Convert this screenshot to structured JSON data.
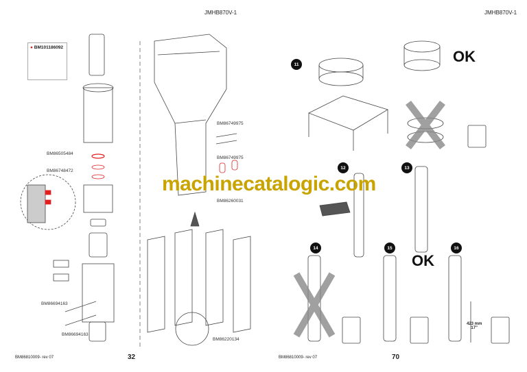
{
  "left_page": {
    "header": "JMHB870V-1",
    "kit_label": "BM101186092",
    "labels": [
      "BM86505484",
      "BM86748472",
      "BM86694163",
      "BM86694163"
    ],
    "middle_labels": [
      "BM86749975",
      "BM86749975",
      "BM86260031",
      "BM86220134"
    ],
    "footer": "BM86810009- rev 07",
    "page_number": "32"
  },
  "right_page": {
    "header": "JMHB870V-1",
    "steps": [
      "11",
      "12",
      "13",
      "14",
      "15",
      "16"
    ],
    "ok_labels": [
      "OK",
      "OK"
    ],
    "dimension_mm": "423 mm",
    "dimension_in": "17\"",
    "footer": "BM86810009- rev 07",
    "page_number": "70"
  },
  "watermark": "machinecatalogic.com",
  "colors": {
    "highlight": "#e02020",
    "watermark": "#c9a400",
    "reject": "#888888"
  }
}
